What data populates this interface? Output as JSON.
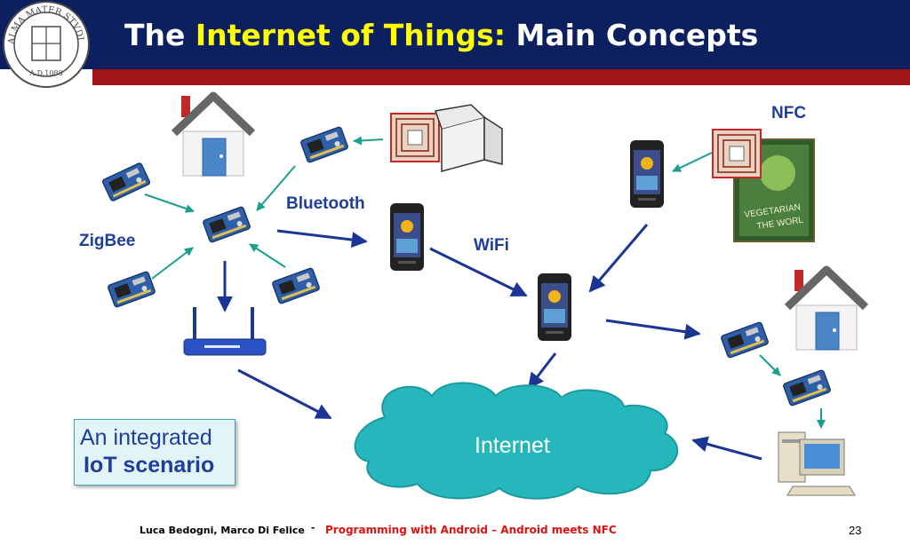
{
  "slide": {
    "title_prefix": "The ",
    "title_highlight": "Internet of Things:",
    "title_suffix": " Main Concepts",
    "logo_text": "ALMA MATER STUDIORUM · A.D. 1088"
  },
  "diagram": {
    "labels": {
      "bluetooth": "Bluetooth",
      "zigbee": "ZigBee",
      "wifi": "WiFi",
      "nfc": "NFC",
      "internet": "Internet"
    },
    "poster_text_1": "VEGETARIAN",
    "poster_text_2": "THE WORL",
    "scenario_line1": "An integrated",
    "scenario_line2": "IoT scenario"
  },
  "colors": {
    "header_bg": "#0c1f5e",
    "header_bar": "#a31419",
    "title_highlight": "#ffff00",
    "label_blue": "#1f3e9c",
    "arrow_navy": "#1a3594",
    "arrow_teal": "#19a08d",
    "cloud": "#26b7bd",
    "footer_red": "#e01010"
  },
  "footer": {
    "authors": "Luca Bedogni, Marco Di Felice",
    "dash": "-",
    "course": "Programming with Android – Android meets NFC",
    "page": "23"
  }
}
